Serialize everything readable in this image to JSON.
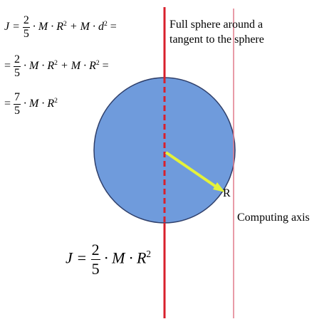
{
  "title_text": {
    "line1": "Full sphere around a",
    "line2": "tangent to the sphere"
  },
  "axis_label": "Computing axis",
  "radius_label": "R",
  "equations": {
    "line1": {
      "lhs": "J =",
      "frac_num": "2",
      "frac_den": "5",
      "rest_a": "· M · R",
      "exp_a": "2",
      "rest_b": " + M · d",
      "exp_b": "2",
      "tail": " ="
    },
    "line2": {
      "lead": "=",
      "frac_num": "2",
      "frac_den": "5",
      "rest_a": "· M · R",
      "exp_a": "2",
      "rest_b": " + M · R",
      "exp_b": "2",
      "tail": " ="
    },
    "line3": {
      "lead": "=",
      "frac_num": "7",
      "frac_den": "5",
      "rest_a": "· M · R",
      "exp_a": "2"
    },
    "bottom": {
      "lhs": "J =",
      "frac_num": "2",
      "frac_den": "5",
      "rest_a": "· M · R",
      "exp_a": "2"
    }
  },
  "colors": {
    "sphere_fill": "#6f9bdc",
    "sphere_stroke": "#2f3f6a",
    "center_axis": "#d8202c",
    "computing_axis": "#e07a8a",
    "radius_arrow": "#e4f23a"
  }
}
